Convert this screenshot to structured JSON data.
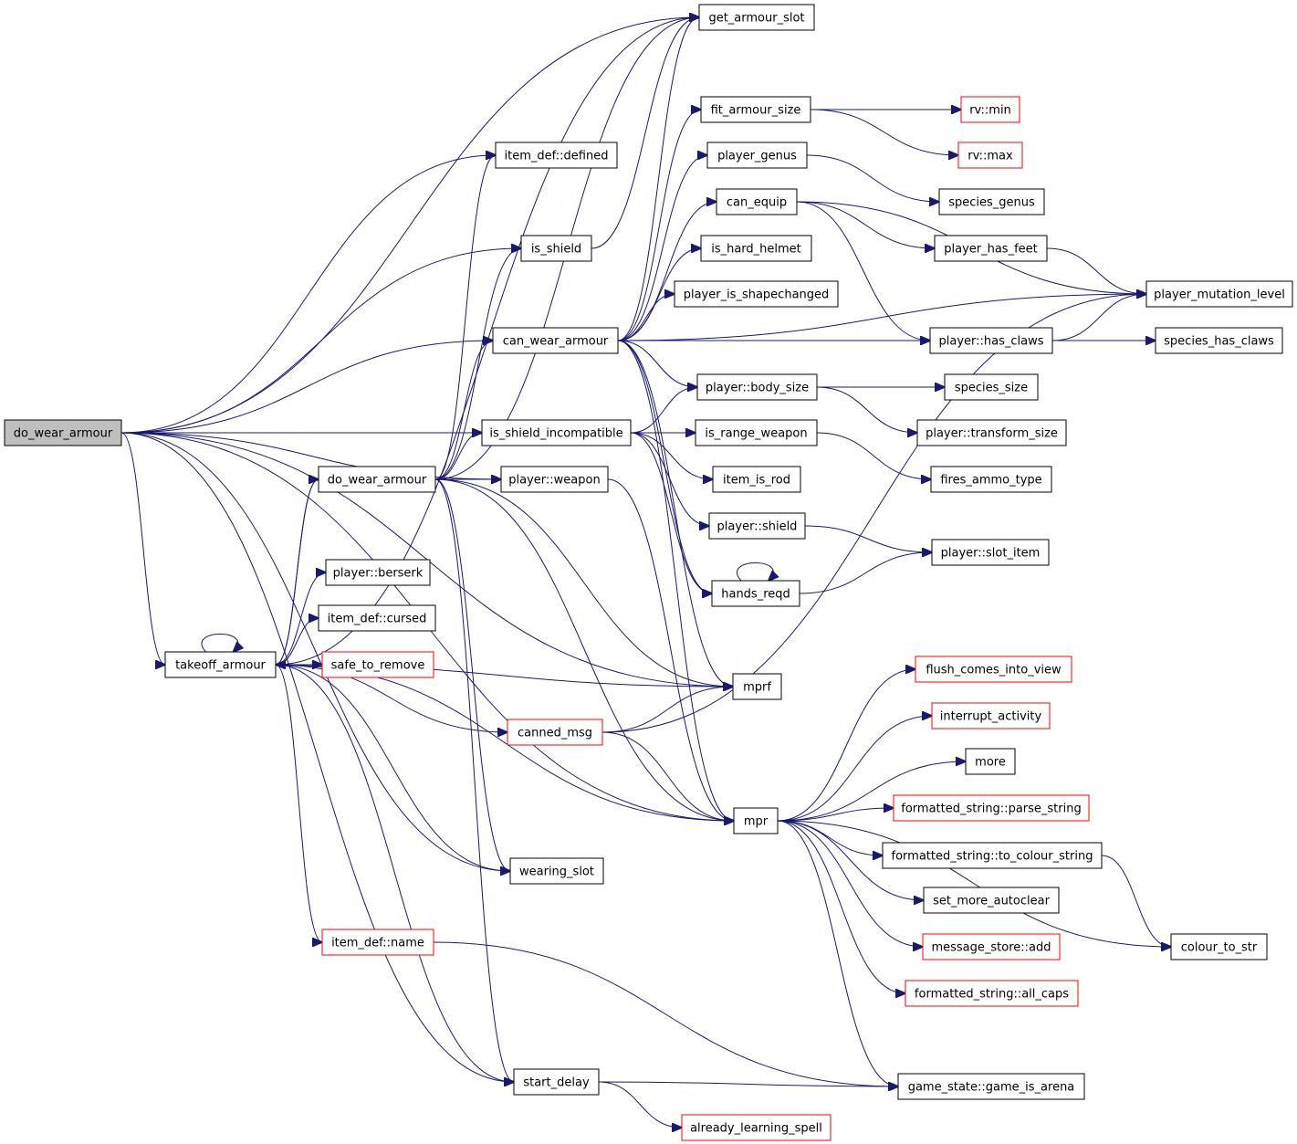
{
  "graph": {
    "nodes": [
      {
        "id": "do_wear_armour_root",
        "label": "do_wear_armour",
        "style": "root"
      },
      {
        "id": "get_armour_slot",
        "label": "get_armour_slot",
        "style": "normal"
      },
      {
        "id": "item_def_defined",
        "label": "item_def::defined",
        "style": "normal"
      },
      {
        "id": "fit_armour_size",
        "label": "fit_armour_size",
        "style": "normal"
      },
      {
        "id": "rv_min",
        "label": "rv::min",
        "style": "truncated"
      },
      {
        "id": "rv_max",
        "label": "rv::max",
        "style": "truncated"
      },
      {
        "id": "player_genus",
        "label": "player_genus",
        "style": "normal"
      },
      {
        "id": "species_genus",
        "label": "species_genus",
        "style": "normal"
      },
      {
        "id": "can_equip",
        "label": "can_equip",
        "style": "normal"
      },
      {
        "id": "is_shield",
        "label": "is_shield",
        "style": "normal"
      },
      {
        "id": "is_hard_helmet",
        "label": "is_hard_helmet",
        "style": "normal"
      },
      {
        "id": "player_has_feet",
        "label": "player_has_feet",
        "style": "normal"
      },
      {
        "id": "player_is_shapechanged",
        "label": "player_is_shapechanged",
        "style": "normal"
      },
      {
        "id": "player_mutation_level",
        "label": "player_mutation_level",
        "style": "normal"
      },
      {
        "id": "can_wear_armour",
        "label": "can_wear_armour",
        "style": "normal"
      },
      {
        "id": "player_has_claws",
        "label": "player::has_claws",
        "style": "normal"
      },
      {
        "id": "species_has_claws",
        "label": "species_has_claws",
        "style": "normal"
      },
      {
        "id": "player_body_size",
        "label": "player::body_size",
        "style": "normal"
      },
      {
        "id": "species_size",
        "label": "species_size",
        "style": "normal"
      },
      {
        "id": "is_shield_incompatible",
        "label": "is_shield_incompatible",
        "style": "normal"
      },
      {
        "id": "is_range_weapon",
        "label": "is_range_weapon",
        "style": "normal"
      },
      {
        "id": "player_transform_size",
        "label": "player::transform_size",
        "style": "normal"
      },
      {
        "id": "do_wear_armour_2",
        "label": "do_wear_armour",
        "style": "normal"
      },
      {
        "id": "player_weapon",
        "label": "player::weapon",
        "style": "normal"
      },
      {
        "id": "item_is_rod",
        "label": "item_is_rod",
        "style": "normal"
      },
      {
        "id": "fires_ammo_type",
        "label": "fires_ammo_type",
        "style": "normal"
      },
      {
        "id": "player_shield",
        "label": "player::shield",
        "style": "normal"
      },
      {
        "id": "player_slot_item",
        "label": "player::slot_item",
        "style": "normal"
      },
      {
        "id": "player_berserk",
        "label": "player::berserk",
        "style": "normal"
      },
      {
        "id": "hands_reqd",
        "label": "hands_reqd",
        "style": "normal"
      },
      {
        "id": "item_def_cursed",
        "label": "item_def::cursed",
        "style": "normal"
      },
      {
        "id": "takeoff_armour",
        "label": "takeoff_armour",
        "style": "normal"
      },
      {
        "id": "safe_to_remove",
        "label": "safe_to_remove",
        "style": "truncated"
      },
      {
        "id": "flush_comes_into_view",
        "label": "flush_comes_into_view",
        "style": "truncated"
      },
      {
        "id": "mprf",
        "label": "mprf",
        "style": "normal"
      },
      {
        "id": "interrupt_activity",
        "label": "interrupt_activity",
        "style": "truncated"
      },
      {
        "id": "canned_msg",
        "label": "canned_msg",
        "style": "truncated"
      },
      {
        "id": "more",
        "label": "more",
        "style": "normal"
      },
      {
        "id": "formatted_string_parse_string",
        "label": "formatted_string::parse_string",
        "style": "truncated"
      },
      {
        "id": "mpr",
        "label": "mpr",
        "style": "normal"
      },
      {
        "id": "formatted_string_to_colour_string",
        "label": "formatted_string::to_colour_string",
        "style": "normal"
      },
      {
        "id": "wearing_slot",
        "label": "wearing_slot",
        "style": "normal"
      },
      {
        "id": "set_more_autoclear",
        "label": "set_more_autoclear",
        "style": "normal"
      },
      {
        "id": "item_def_name",
        "label": "item_def::name",
        "style": "truncated"
      },
      {
        "id": "message_store_add",
        "label": "message_store::add",
        "style": "truncated"
      },
      {
        "id": "colour_to_str",
        "label": "colour_to_str",
        "style": "normal"
      },
      {
        "id": "formatted_string_all_caps",
        "label": "formatted_string::all_caps",
        "style": "truncated"
      },
      {
        "id": "start_delay",
        "label": "start_delay",
        "style": "normal"
      },
      {
        "id": "game_state_game_is_arena",
        "label": "game_state::game_is_arena",
        "style": "normal"
      },
      {
        "id": "already_learning_spell",
        "label": "already_learning_spell",
        "style": "truncated"
      }
    ],
    "edges": [
      [
        "do_wear_armour_root",
        "get_armour_slot"
      ],
      [
        "do_wear_armour_root",
        "item_def_defined"
      ],
      [
        "do_wear_armour_root",
        "is_shield"
      ],
      [
        "do_wear_armour_root",
        "can_wear_armour"
      ],
      [
        "do_wear_armour_root",
        "is_shield_incompatible"
      ],
      [
        "do_wear_armour_root",
        "player_weapon"
      ],
      [
        "do_wear_armour_root",
        "mprf"
      ],
      [
        "do_wear_armour_root",
        "takeoff_armour"
      ],
      [
        "do_wear_armour_root",
        "mpr"
      ],
      [
        "do_wear_armour_root",
        "wearing_slot"
      ],
      [
        "do_wear_armour_root",
        "start_delay"
      ],
      [
        "is_shield",
        "get_armour_slot"
      ],
      [
        "can_wear_armour",
        "get_armour_slot"
      ],
      [
        "can_wear_armour",
        "fit_armour_size"
      ],
      [
        "can_wear_armour",
        "player_genus"
      ],
      [
        "can_wear_armour",
        "can_equip"
      ],
      [
        "can_wear_armour",
        "is_hard_helmet"
      ],
      [
        "can_wear_armour",
        "player_is_shapechanged"
      ],
      [
        "can_wear_armour",
        "player_has_claws"
      ],
      [
        "can_wear_armour",
        "player_body_size"
      ],
      [
        "can_wear_armour",
        "player_mutation_level"
      ],
      [
        "can_wear_armour",
        "hands_reqd"
      ],
      [
        "can_wear_armour",
        "mprf"
      ],
      [
        "can_wear_armour",
        "mpr"
      ],
      [
        "fit_armour_size",
        "rv_min"
      ],
      [
        "fit_armour_size",
        "rv_max"
      ],
      [
        "player_genus",
        "species_genus"
      ],
      [
        "can_equip",
        "player_has_feet"
      ],
      [
        "can_equip",
        "player_mutation_level"
      ],
      [
        "can_equip",
        "player_has_claws"
      ],
      [
        "player_has_feet",
        "player_mutation_level"
      ],
      [
        "player_has_claws",
        "player_mutation_level"
      ],
      [
        "player_has_claws",
        "species_has_claws"
      ],
      [
        "player_body_size",
        "species_size"
      ],
      [
        "player_body_size",
        "player_transform_size"
      ],
      [
        "is_shield_incompatible",
        "player_body_size"
      ],
      [
        "is_shield_incompatible",
        "is_range_weapon"
      ],
      [
        "is_shield_incompatible",
        "item_is_rod"
      ],
      [
        "is_shield_incompatible",
        "player_shield"
      ],
      [
        "is_shield_incompatible",
        "hands_reqd"
      ],
      [
        "is_range_weapon",
        "fires_ammo_type"
      ],
      [
        "player_shield",
        "player_slot_item"
      ],
      [
        "hands_reqd",
        "hands_reqd"
      ],
      [
        "hands_reqd",
        "player_slot_item"
      ],
      [
        "do_wear_armour_2",
        "get_armour_slot"
      ],
      [
        "do_wear_armour_2",
        "item_def_defined"
      ],
      [
        "do_wear_armour_2",
        "is_shield"
      ],
      [
        "do_wear_armour_2",
        "can_wear_armour"
      ],
      [
        "do_wear_armour_2",
        "is_shield_incompatible"
      ],
      [
        "do_wear_armour_2",
        "player_weapon"
      ],
      [
        "do_wear_armour_2",
        "takeoff_armour"
      ],
      [
        "do_wear_armour_2",
        "mprf"
      ],
      [
        "do_wear_armour_2",
        "mpr"
      ],
      [
        "do_wear_armour_2",
        "wearing_slot"
      ],
      [
        "do_wear_armour_2",
        "start_delay"
      ],
      [
        "player_weapon",
        "mpr"
      ],
      [
        "takeoff_armour",
        "takeoff_armour"
      ],
      [
        "takeoff_armour",
        "do_wear_armour_2"
      ],
      [
        "takeoff_armour",
        "player_berserk"
      ],
      [
        "takeoff_armour",
        "item_def_cursed"
      ],
      [
        "takeoff_armour",
        "safe_to_remove"
      ],
      [
        "takeoff_armour",
        "mprf"
      ],
      [
        "takeoff_armour",
        "canned_msg"
      ],
      [
        "takeoff_armour",
        "mpr"
      ],
      [
        "takeoff_armour",
        "wearing_slot"
      ],
      [
        "takeoff_armour",
        "item_def_name"
      ],
      [
        "takeoff_armour",
        "start_delay"
      ],
      [
        "takeoff_armour",
        "get_armour_slot"
      ],
      [
        "canned_msg",
        "mprf"
      ],
      [
        "canned_msg",
        "mpr"
      ],
      [
        "canned_msg",
        "player_mutation_level"
      ],
      [
        "mpr",
        "flush_comes_into_view"
      ],
      [
        "mpr",
        "interrupt_activity"
      ],
      [
        "mpr",
        "more"
      ],
      [
        "mpr",
        "formatted_string_parse_string"
      ],
      [
        "mpr",
        "formatted_string_to_colour_string"
      ],
      [
        "mpr",
        "set_more_autoclear"
      ],
      [
        "mpr",
        "message_store_add"
      ],
      [
        "mpr",
        "formatted_string_all_caps"
      ],
      [
        "mpr",
        "game_state_game_is_arena"
      ],
      [
        "mpr",
        "colour_to_str"
      ],
      [
        "formatted_string_to_colour_string",
        "colour_to_str"
      ],
      [
        "item_def_name",
        "game_state_game_is_arena"
      ],
      [
        "start_delay",
        "game_state_game_is_arena"
      ],
      [
        "start_delay",
        "already_learning_spell"
      ]
    ]
  }
}
